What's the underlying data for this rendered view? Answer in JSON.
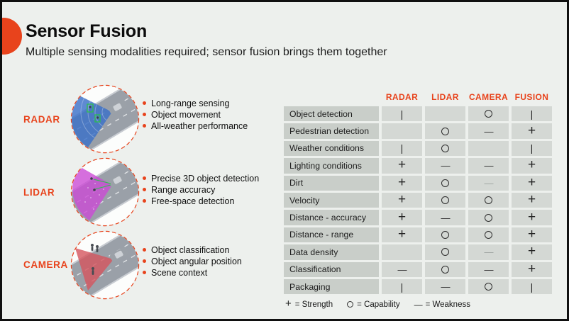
{
  "accent_color": "#e8431c",
  "header": {
    "title": "Sensor Fusion",
    "subtitle": "Multiple sensing modalities required; sensor fusion brings them together"
  },
  "sensors": [
    {
      "label": "RADAR",
      "cone_color": "#3a70c8",
      "bullets": [
        "Long-range sensing",
        "Object movement",
        "All-weather performance"
      ]
    },
    {
      "label": "LIDAR",
      "cone_color": "#cb4bd4",
      "bullets": [
        "Precise 3D object detection",
        "Range accuracy",
        "Free-space detection"
      ]
    },
    {
      "label": "CAMERA",
      "cone_color": "#d4555e",
      "bullets": [
        "Object classification",
        "Object angular position",
        "Scene context"
      ]
    }
  ],
  "table": {
    "columns": [
      "RADAR",
      "LIDAR",
      "CAMERA",
      "FUSION"
    ],
    "rows": [
      {
        "label": "Object detection",
        "cells": [
          "bar",
          "",
          "circle",
          "bar"
        ]
      },
      {
        "label": "Pedestrian detection",
        "cells": [
          "",
          "circle",
          "minus",
          "plus"
        ]
      },
      {
        "label": "Weather conditions",
        "cells": [
          "bar",
          "circle",
          "",
          "bar"
        ]
      },
      {
        "label": "Lighting conditions",
        "cells": [
          "plus",
          "minus",
          "minus",
          "plus"
        ]
      },
      {
        "label": "Dirt",
        "cells": [
          "plus",
          "circle",
          "minus faint",
          "plus"
        ]
      },
      {
        "label": "Velocity",
        "cells": [
          "plus",
          "circle",
          "circle",
          "plus"
        ]
      },
      {
        "label": "Distance - accuracy",
        "cells": [
          "plus",
          "minus",
          "circle",
          "plus"
        ]
      },
      {
        "label": "Distance - range",
        "cells": [
          "plus",
          "circle",
          "circle",
          "plus"
        ]
      },
      {
        "label": "Data density",
        "cells": [
          "",
          "circle",
          "minus faint",
          "plus"
        ]
      },
      {
        "label": "Classification",
        "cells": [
          "minus",
          "circle",
          "minus",
          "plus"
        ]
      },
      {
        "label": "Packaging",
        "cells": [
          "bar",
          "minus",
          "circle",
          "bar"
        ]
      }
    ],
    "legend": [
      {
        "symbol": "plus",
        "text": "= Strength"
      },
      {
        "symbol": "circle",
        "text": "= Capability"
      },
      {
        "symbol": "minus",
        "text": "= Weakness"
      }
    ]
  }
}
